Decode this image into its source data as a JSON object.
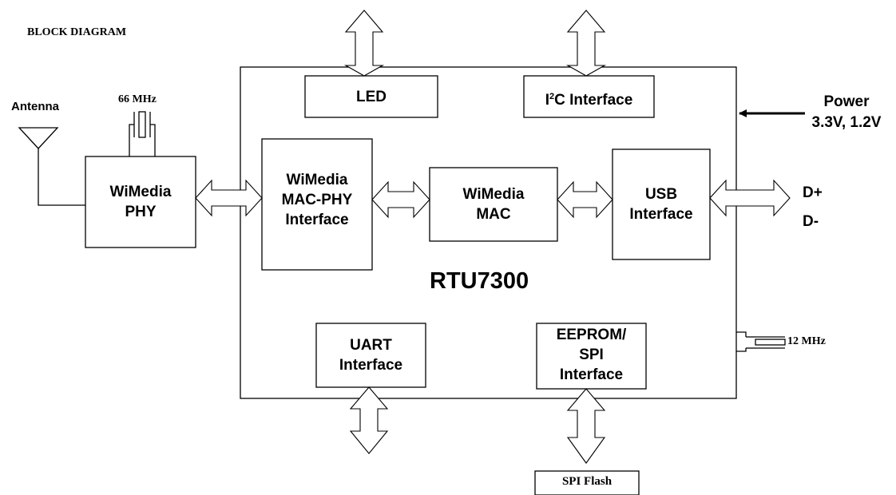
{
  "diagram": {
    "header": "BLOCK DIAGRAM",
    "chip_name": "RTU7300",
    "blocks": {
      "phy": [
        "WiMedia",
        "PHY"
      ],
      "mac_phy": [
        "WiMedia",
        "MAC-PHY",
        "Interface"
      ],
      "mac": [
        "WiMedia",
        "MAC"
      ],
      "usb": [
        "USB",
        "Interface"
      ],
      "led": "LED",
      "i2c_prefix": "I",
      "i2c_sup": "2",
      "i2c_suffix": "C Interface",
      "uart": [
        "UART",
        "Interface"
      ],
      "eeprom": [
        "EEPROM/",
        "SPI",
        "Interface"
      ]
    },
    "external": {
      "antenna": "Antenna",
      "crystal_66": "66 MHz",
      "crystal_12": "12 MHz",
      "power": [
        "Power",
        "3.3V, 1.2V"
      ],
      "d_plus": "D+",
      "d_minus": "D-",
      "spi_flash": "SPI Flash"
    }
  }
}
